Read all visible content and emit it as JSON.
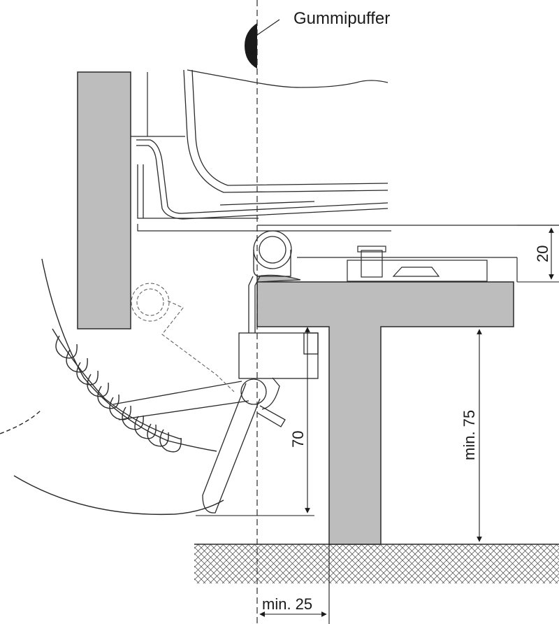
{
  "labels": {
    "rubber_buffer": "Gummipuffer"
  },
  "dimensions": {
    "top_offset": "20",
    "swing_height": "70",
    "min_height": "min. 75",
    "min_setback": "min. 25"
  },
  "colors": {
    "section_fill": "#bdbdbd",
    "line": "#2a2a2a",
    "background": "#ffffff"
  }
}
